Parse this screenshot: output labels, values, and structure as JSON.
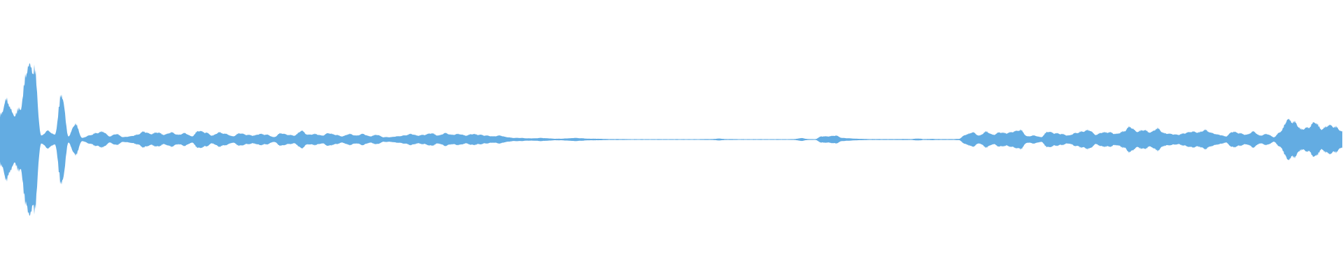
{
  "waveform": {
    "color": "#63ace2",
    "background": "#ffffff",
    "envelope": [
      0.31,
      0.5,
      0.31,
      0.4,
      0.92,
      0.9,
      0.05,
      0.11,
      0.06,
      0.58,
      0.04,
      0.2,
      0.02,
      0.05,
      0.08,
      0.1,
      0.04,
      0.07,
      0.03,
      0.04,
      0.06,
      0.1,
      0.07,
      0.09,
      0.06,
      0.09,
      0.06,
      0.08,
      0.04,
      0.11,
      0.09,
      0.05,
      0.09,
      0.07,
      0.04,
      0.08,
      0.06,
      0.05,
      0.07,
      0.06,
      0.03,
      0.08,
      0.06,
      0.05,
      0.11,
      0.06,
      0.07,
      0.05,
      0.08,
      0.06,
      0.04,
      0.07,
      0.05,
      0.07,
      0.04,
      0.06,
      0.03,
      0.03,
      0.04,
      0.05,
      0.07,
      0.05,
      0.06,
      0.08,
      0.05,
      0.08,
      0.06,
      0.07,
      0.05,
      0.07,
      0.06,
      0.05,
      0.04,
      0.05,
      0.03,
      0.02,
      0.02,
      0.015,
      0.015,
      0.02,
      0.015,
      0.01,
      0.01,
      0.015,
      0.02,
      0.015,
      0.01,
      0.01,
      0.008,
      0.006,
      0.006,
      0.006,
      0.005,
      0.005,
      0.005,
      0.005,
      0.005,
      0.005,
      0.005,
      0.005,
      0.005,
      0.005,
      0.005,
      0.006,
      0.006,
      0.012,
      0.006,
      0.006,
      0.005,
      0.005,
      0.005,
      0.005,
      0.005,
      0.005,
      0.005,
      0.005,
      0.006,
      0.018,
      0.006,
      0.005,
      0.04,
      0.04,
      0.05,
      0.02,
      0.015,
      0.01,
      0.008,
      0.006,
      0.006,
      0.006,
      0.006,
      0.006,
      0.007,
      0.006,
      0.012,
      0.006,
      0.008,
      0.006,
      0.006,
      0.006,
      0.008,
      0.06,
      0.09,
      0.05,
      0.1,
      0.06,
      0.09,
      0.08,
      0.1,
      0.12,
      0.04,
      0.05,
      0.03,
      0.1,
      0.08,
      0.07,
      0.05,
      0.08,
      0.1,
      0.12,
      0.06,
      0.09,
      0.09,
      0.07,
      0.1,
      0.16,
      0.1,
      0.12,
      0.09,
      0.14,
      0.08,
      0.07,
      0.06,
      0.08,
      0.1,
      0.09,
      0.12,
      0.08,
      0.06,
      0.04,
      0.1,
      0.08,
      0.06,
      0.1,
      0.05,
      0.07,
      0.03,
      0.1,
      0.25,
      0.22,
      0.13,
      0.15,
      0.22,
      0.13,
      0.18,
      0.16,
      0.1
    ]
  }
}
